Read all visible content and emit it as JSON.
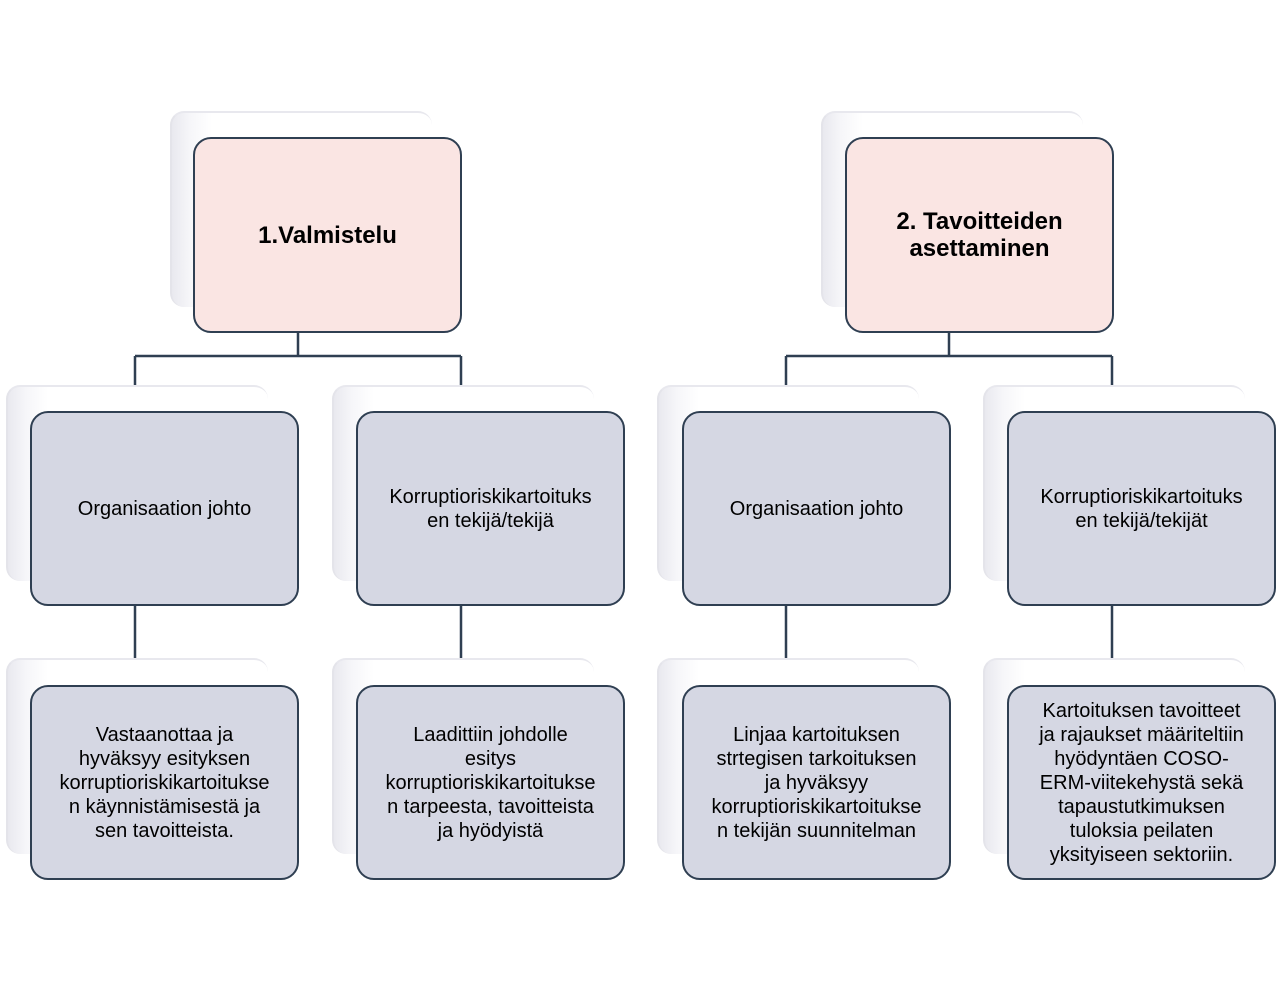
{
  "groups": [
    {
      "title": "1.Valmistelu",
      "children": [
        {
          "role": "Organisaation johto",
          "detail": "Vastaanottaa ja\nhyväksyy esityksen\nkorruptioriskikartoitukse\nn käynnistämisestä ja\nsen tavoitteista."
        },
        {
          "role": "Korruptioriskikartoituks\nen tekijä/tekijä",
          "detail": "Laadittiin johdolle\nesitys\nkorruptioriskikartoitukse\nn tarpeesta, tavoitteista\nja hyödyistä"
        }
      ]
    },
    {
      "title": "2. Tavoitteiden\nasettaminen",
      "children": [
        {
          "role": "Organisaation johto",
          "detail": "Linjaa kartoituksen\nstrtegisen tarkoituksen\nja hyväksyy\nkorruptioriskikartoitukse\nn tekijän suunnitelman"
        },
        {
          "role": "Korruptioriskikartoituks\nen tekijä/tekijät",
          "detail": "Kartoituksen tavoitteet\nja rajaukset määriteltiin\nhyödyntäen COSO-\nERM-viitekehystä sekä\ntapaustutkimuksen\ntuloksia peilaten\nyksityiseen sektoriin."
        }
      ]
    }
  ],
  "colors": {
    "head_fill": "#fae5e3",
    "box_fill": "#d5d7e3",
    "border": "#2f3f52"
  }
}
